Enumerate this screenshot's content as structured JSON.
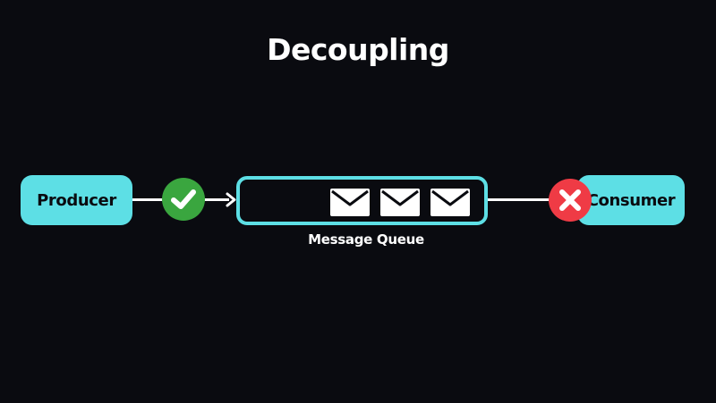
{
  "diagram": {
    "title": "Decoupling",
    "producer": {
      "label": "Producer"
    },
    "consumer": {
      "label": "Consumer"
    },
    "queue": {
      "label": "Message Queue",
      "message_count": 3,
      "message_icon": "envelope-icon"
    },
    "producer_status": {
      "icon": "check-icon",
      "color": "#3aa63f"
    },
    "consumer_status": {
      "icon": "cross-icon",
      "color": "#ef3b45"
    },
    "colors": {
      "background": "#0a0b10",
      "node_fill": "#5ddfe5",
      "connector": "#ffffff"
    }
  }
}
